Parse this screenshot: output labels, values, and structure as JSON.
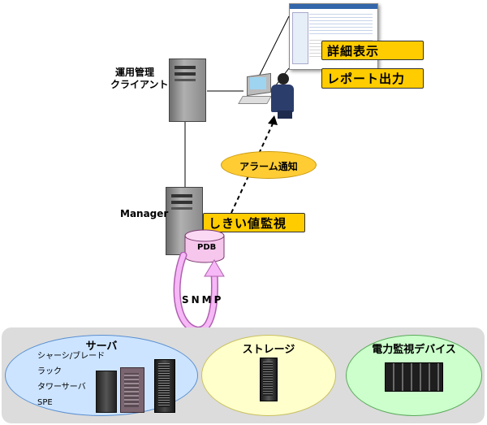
{
  "client": {
    "label_line1": "運用管理",
    "label_line2": "クライアント"
  },
  "manager": {
    "label": "Manager",
    "db_label": "PDB"
  },
  "actions": {
    "detail_view": "詳細表示",
    "report_output": "レポート出力"
  },
  "alarm": {
    "label": "アラーム通知"
  },
  "threshold": {
    "label": "しきい値監視"
  },
  "snmp": {
    "label": "SNMP"
  },
  "groups": {
    "server": {
      "title": "サーバ",
      "items": [
        "シャーシ/ブレード",
        "ラック",
        "タワーサーバ",
        "SPE"
      ]
    },
    "storage": {
      "title": "ストレージ"
    },
    "power": {
      "title": "電力監視デバイス"
    }
  },
  "colors": {
    "yellow_box": "#ffcc00",
    "alarm_ellipse": "#ffcc33",
    "server_ellipse": "#cce4ff",
    "storage_ellipse": "#ffffcc",
    "power_ellipse": "#ccffcc",
    "snmp_arrow": "#f3a0f3",
    "bottom_panel": "#dcdcdc"
  }
}
